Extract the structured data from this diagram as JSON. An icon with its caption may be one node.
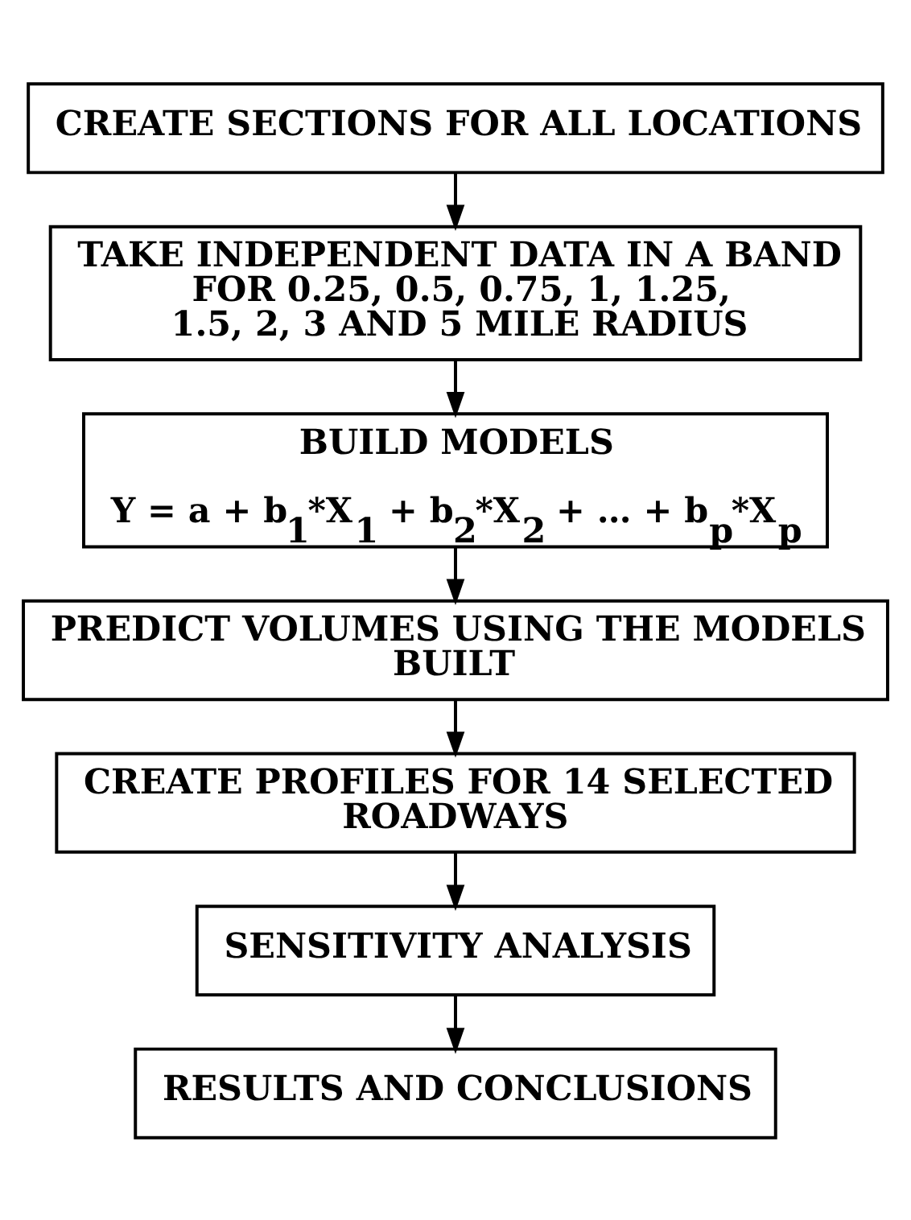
{
  "diagram": {
    "nodes": [
      {
        "text": [
          "CREATE SECTIONS FOR ALL LOCATIONS"
        ]
      },
      {
        "text": [
          "TAKE INDEPENDENT DATA IN A BAND FOR 0.25, 0.5, 0.75, 1, 1.25, 1.5, 2, 3 AND 5 MILE RADIUS"
        ]
      },
      {
        "text": [
          "BUILD MODELS",
          "Y = a + b$_{1}$*X$_{1}$ + b$_{2}$*X$_{2}$ + … + b$_{p}$*X$_{p}$"
        ]
      },
      {
        "text": [
          "PREDICT VOLUMES USING THE MODELS BUILT"
        ]
      },
      {
        "text": [
          "CREATE PROFILES FOR 14 SELECTED ROADWAYS"
        ]
      },
      {
        "text": [
          "SENSITIVITY ANALYSIS"
        ]
      },
      {
        "text": [
          "RESULTS AND CONCLUSIONS"
        ]
      }
    ],
    "edges": [
      {
        "from": 0,
        "to": 1,
        "arrow": "to"
      },
      {
        "from": 1,
        "to": 2,
        "arrow": "to"
      },
      {
        "from": 2,
        "to": 3,
        "arrow": "to"
      },
      {
        "from": 3,
        "to": 4,
        "arrow": "to"
      },
      {
        "from": 4,
        "to": 5,
        "arrow": "to"
      },
      {
        "from": 5,
        "to": 6,
        "arrow": "to"
      }
    ]
  }
}
